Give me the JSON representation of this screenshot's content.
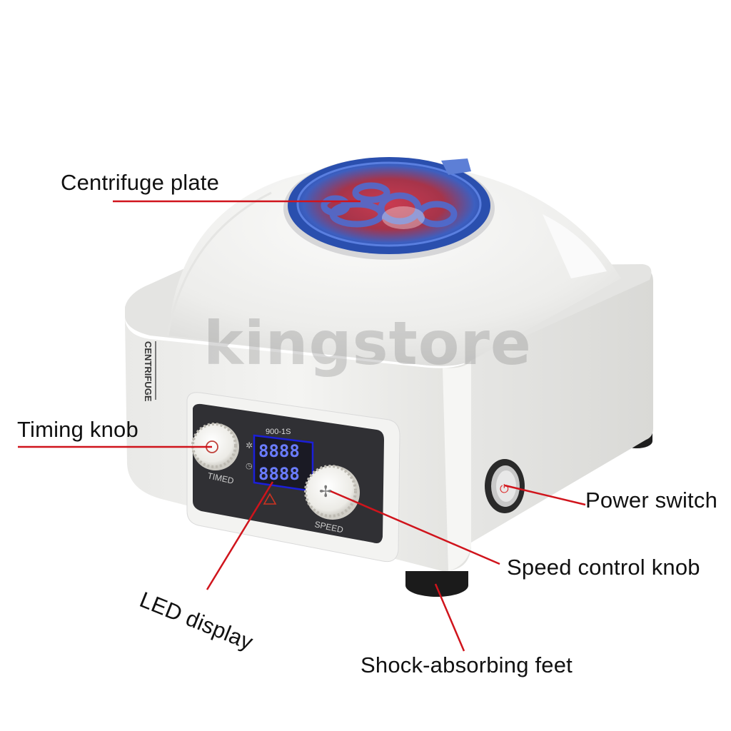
{
  "device": {
    "side_text": "CENTRIFUGE",
    "model_text": "900-1S",
    "display_top": "8888",
    "display_bottom": "8888",
    "knob_left_text": "TIMED",
    "knob_right_text": "SPEED"
  },
  "watermark": "kingstore",
  "callouts": {
    "centrifuge_plate": "Centrifuge plate",
    "timing_knob": "Timing knob",
    "power_switch": "Power switch",
    "speed_control_knob": "Speed control knob",
    "led_display": "LED display",
    "shock_absorbing_feet": "Shock-absorbing feet"
  },
  "colors": {
    "callout_line": "#d0141c",
    "body": "#eeeeec",
    "lid": "#2c55b8",
    "panel": "#303034",
    "display": "#5566ee"
  }
}
